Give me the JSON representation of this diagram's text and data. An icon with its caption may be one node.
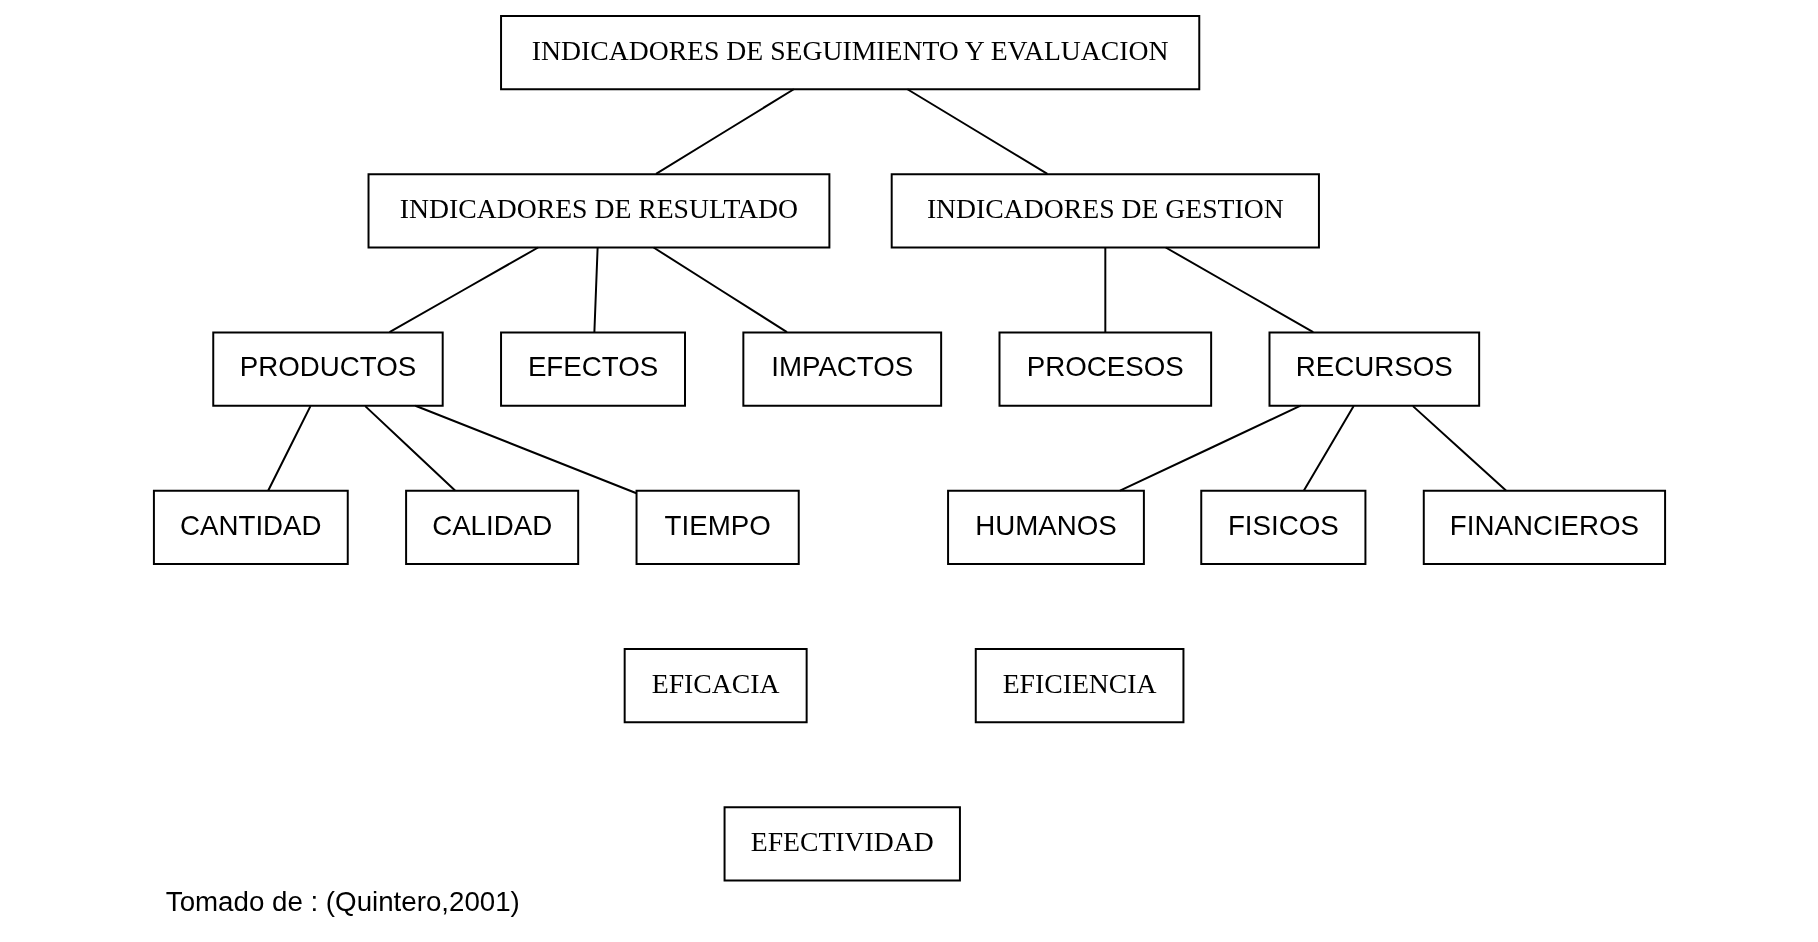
{
  "diagram": {
    "caption": "Tomado de : (Quintero,2001)",
    "nodes": [
      {
        "text": [
          "INDICADORES DE SEGUIMIENTO Y EVALUACION"
        ]
      },
      {
        "text": [
          "INDICADORES DE RESULTADO"
        ]
      },
      {
        "text": [
          "INDICADORES DE GESTION"
        ]
      },
      {
        "text": [
          "PRODUCTOS"
        ]
      },
      {
        "text": [
          "EFECTOS"
        ]
      },
      {
        "text": [
          "IMPACTOS"
        ]
      },
      {
        "text": [
          "PROCESOS"
        ]
      },
      {
        "text": [
          "RECURSOS"
        ]
      },
      {
        "text": [
          "CANTIDAD"
        ]
      },
      {
        "text": [
          "CALIDAD"
        ]
      },
      {
        "text": [
          "TIEMPO"
        ]
      },
      {
        "text": [
          "HUMANOS"
        ]
      },
      {
        "text": [
          "FISICOS"
        ]
      },
      {
        "text": [
          "FINANCIEROS"
        ]
      },
      {
        "text": [
          "EFICACIA"
        ]
      },
      {
        "text": [
          "EFICIENCIA"
        ]
      },
      {
        "text": [
          "EFECTIVIDAD"
        ]
      }
    ],
    "edges": [
      {
        "from": 0,
        "to": 1,
        "arrow": "none"
      },
      {
        "from": 0,
        "to": 2,
        "arrow": "none"
      },
      {
        "from": 1,
        "to": 3,
        "arrow": "none"
      },
      {
        "from": 1,
        "to": 4,
        "arrow": "none"
      },
      {
        "from": 1,
        "to": 5,
        "arrow": "none"
      },
      {
        "from": 2,
        "to": 6,
        "arrow": "none"
      },
      {
        "from": 2,
        "to": 7,
        "arrow": "none"
      },
      {
        "from": 3,
        "to": 8,
        "arrow": "none"
      },
      {
        "from": 3,
        "to": 9,
        "arrow": "none"
      },
      {
        "from": 3,
        "to": 10,
        "arrow": "none"
      },
      {
        "from": 7,
        "to": 11,
        "arrow": "none"
      },
      {
        "from": 7,
        "to": 12,
        "arrow": "none"
      },
      {
        "from": 7,
        "to": 13,
        "arrow": "none"
      }
    ]
  }
}
